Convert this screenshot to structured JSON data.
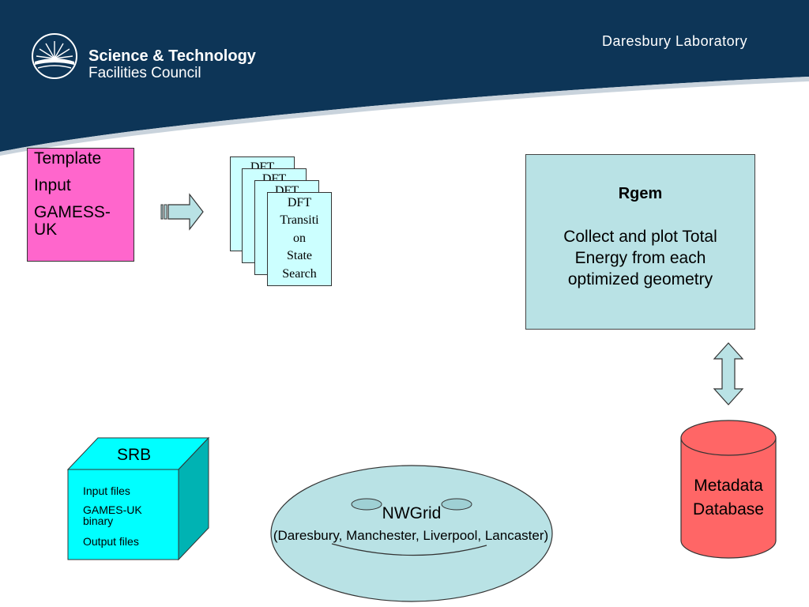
{
  "header": {
    "org_line1": "Science & Technology",
    "org_line2": "Facilities Council",
    "lab_name": "Daresbury Laboratory"
  },
  "template_box": {
    "lines": [
      "Template",
      "Input",
      "GAMESS-UK"
    ]
  },
  "dft_cards": {
    "front_lines": [
      "DFT",
      "Transiti",
      "on",
      "State",
      "Search"
    ],
    "back_label": "DFT"
  },
  "rgem": {
    "title": "Rgem",
    "description": "Collect and plot Total Energy from each optimized geometry"
  },
  "srb": {
    "title": "SRB",
    "items": [
      "Input files",
      "GAMES-UK binary",
      "Output files"
    ]
  },
  "nwgrid": {
    "title": "NWGrid",
    "sites": "(Daresbury, Manchester, Liverpool, Lancaster)"
  },
  "metadata_db": {
    "line1": "Metadata",
    "line2": "Database"
  },
  "colors": {
    "header_navy": "#0d3557",
    "template_pink": "#ff66cc",
    "dft_card": "#ccffff",
    "rgem_fill": "#b9e2e5",
    "srb_cyan": "#00ffff",
    "nwgrid_fill": "#b9e2e5",
    "db_red": "#ff6666"
  }
}
